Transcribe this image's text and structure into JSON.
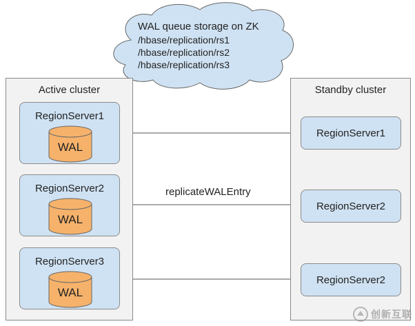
{
  "cloud": {
    "title": "WAL queue storage on ZK",
    "paths": [
      "/hbase/replication/rs1",
      "/hbase/replication/rs2",
      "/hbase/replication/rs3"
    ]
  },
  "active_cluster": {
    "label": "Active cluster",
    "servers": [
      {
        "name": "RegionServer1",
        "store": "WAL"
      },
      {
        "name": "RegionServer2",
        "store": "WAL"
      },
      {
        "name": "RegionServer3",
        "store": "WAL"
      }
    ]
  },
  "standby_cluster": {
    "label": "Standby cluster",
    "servers": [
      {
        "name": "RegionServer1"
      },
      {
        "name": "RegionServer2"
      },
      {
        "name": "RegionServer2"
      }
    ]
  },
  "edge": {
    "label": "replicateWALEntry"
  },
  "colors": {
    "cloud_fill": "#cfe2f3",
    "server_fill": "#cfe2f3",
    "wal_fill": "#f6b26b",
    "cluster_fill": "#f2f2f2",
    "arrow": "#555555"
  },
  "watermark": {
    "text": "创新互联",
    "icon": "logo-mark"
  }
}
